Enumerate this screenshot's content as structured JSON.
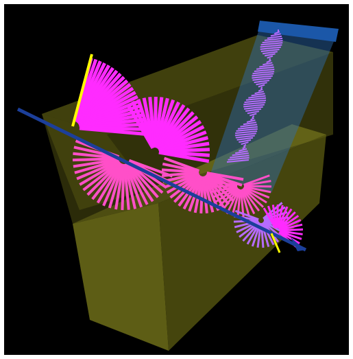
{
  "viewport": {
    "background_color": "#000000",
    "frame_color": "#ffffff"
  },
  "scene": {
    "slab_color": "#7a7a1c",
    "slab_edge_color": "#9a9a30",
    "sheet_color": "#2f6fb5",
    "sheet_border_color": "#1b57a8",
    "axis_line_color": "#1c3f9a",
    "vector_colors": {
      "magenta": "#ff2bff",
      "pink": "#ff4fc8",
      "violet": "#b66bff",
      "highlight": "#ffff00"
    },
    "fan_groups": [
      "upper-magenta-fan",
      "mid-magenta-fan",
      "lower-left-pink-fan",
      "lower-mid-pink-fan",
      "lower-right-pink-fan",
      "small-violet-fan",
      "helix-dashes"
    ]
  }
}
